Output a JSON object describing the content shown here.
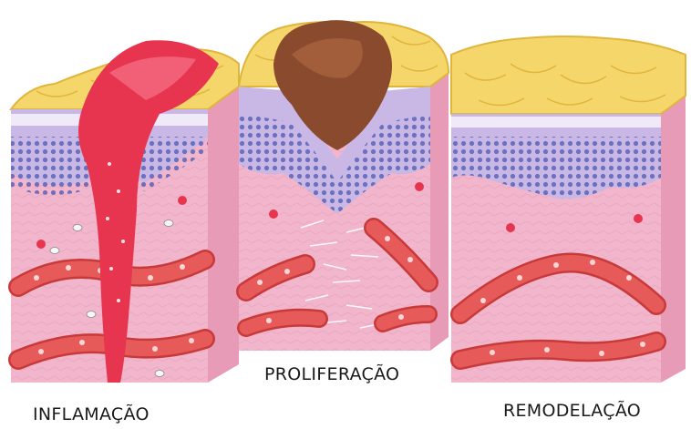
{
  "stages": [
    {
      "key": "inflamacao",
      "label": "INFLAMAÇÃO"
    },
    {
      "key": "proliferacao",
      "label": "PROLIFERAÇÃO"
    },
    {
      "key": "remodelacao",
      "label": "REMODELAÇÃO"
    }
  ],
  "colors": {
    "dermis": "#f2b6cc",
    "dermis_dark": "#e79bb7",
    "epidermis": "#c9b8e6",
    "basal_cells": "#5a63b8",
    "fat": "#f5d66a",
    "fat_edge": "#e0b53c",
    "clot": "#e8354f",
    "scab": "#8a4a2e",
    "vessel": "#e65a5a",
    "vessel_edge": "#c83a3a",
    "fibroblast": "#ffffff"
  }
}
